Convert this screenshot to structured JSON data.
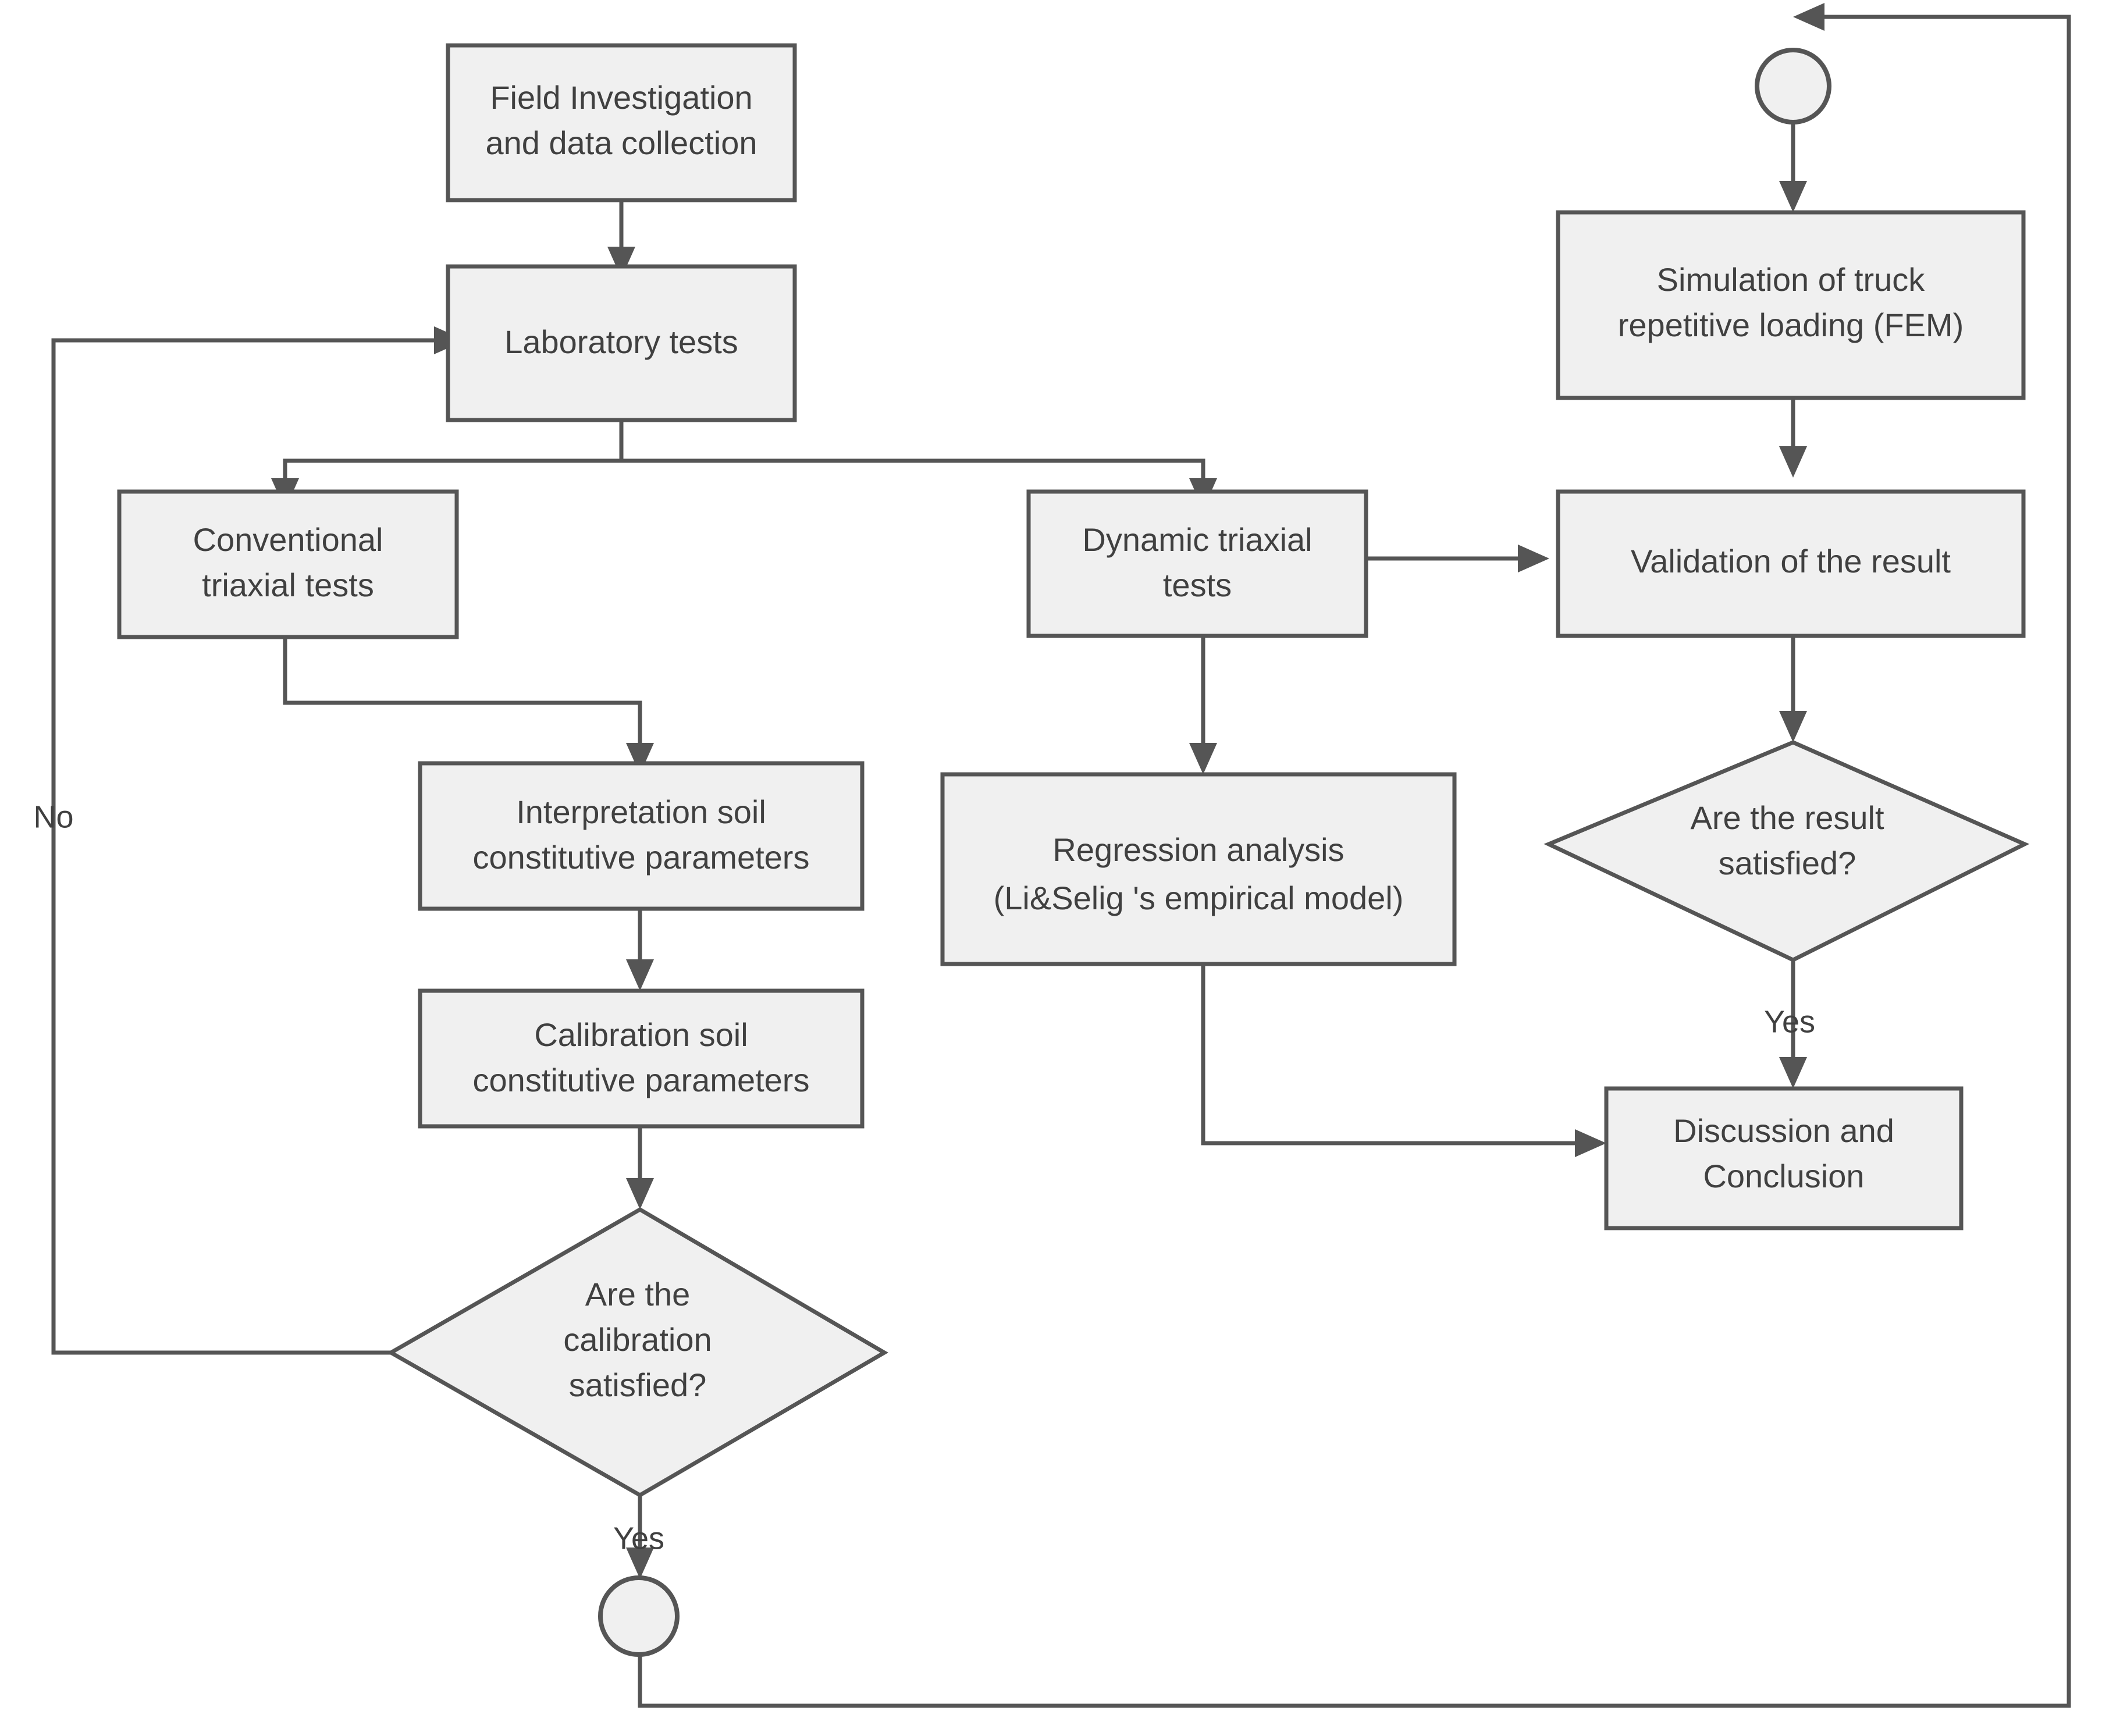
{
  "diagram": {
    "title": "Research methodology flowchart",
    "type": "flowchart",
    "colors": {
      "node_fill": "#f0f0f0",
      "node_stroke": "#555555",
      "text": "#404040",
      "background": "#ffffff"
    }
  },
  "nodes": {
    "field_investigation": {
      "shape": "process",
      "lines": [
        "Field Investigation",
        "and data collection"
      ]
    },
    "laboratory_tests": {
      "shape": "process",
      "lines": [
        "Laboratory tests"
      ]
    },
    "conventional_triaxial": {
      "shape": "process",
      "lines": [
        "Conventional",
        "triaxial tests"
      ]
    },
    "dynamic_triaxial": {
      "shape": "process",
      "lines": [
        "Dynamic triaxial",
        "tests"
      ]
    },
    "interpretation_soil": {
      "shape": "process",
      "lines": [
        "Interpretation soil",
        "constitutive parameters"
      ]
    },
    "calibration_soil": {
      "shape": "process",
      "lines": [
        "Calibration soil",
        "constitutive parameters"
      ]
    },
    "regression_analysis": {
      "shape": "process",
      "lines": [
        "Regression analysis",
        "(Li&Selig 's empirical model)"
      ]
    },
    "simulation_truck": {
      "shape": "process",
      "lines": [
        "Simulation of truck",
        "repetitive loading (FEM)"
      ]
    },
    "validation_result": {
      "shape": "process",
      "lines": [
        "Validation of the result"
      ]
    },
    "discussion_conclusion": {
      "shape": "process",
      "lines": [
        "Discussion and",
        "Conclusion"
      ]
    },
    "calibration_decision": {
      "shape": "decision",
      "lines": [
        "Are the",
        "calibration",
        "satisfied?"
      ]
    },
    "result_decision": {
      "shape": "decision",
      "lines": [
        "Are the result",
        "satisfied?"
      ]
    },
    "connector_bottom": {
      "shape": "connector",
      "lines": []
    },
    "connector_top": {
      "shape": "connector",
      "lines": []
    }
  },
  "edge_labels": {
    "calibration_no": "No",
    "calibration_yes": "Yes",
    "result_yes": "Yes"
  }
}
